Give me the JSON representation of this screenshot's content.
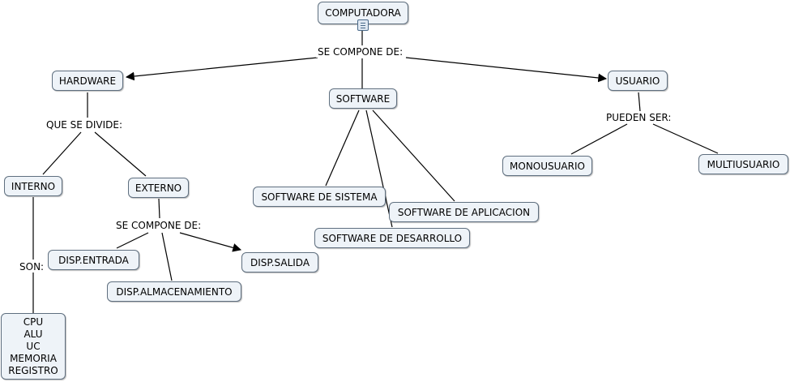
{
  "diagram": {
    "nodes": {
      "computadora": "COMPUTADORA",
      "hardware": "HARDWARE",
      "software": "SOFTWARE",
      "usuario": "USUARIO",
      "interno": "INTERNO",
      "externo": "EXTERNO",
      "disp_entrada": "DISP.ENTRADA",
      "disp_salida": "DISP.SALIDA",
      "disp_almacenamiento": "DISP.ALMACENAMIENTO",
      "componentes": "CPU\nALU\nUC\nMEMORIA\nREGISTRO",
      "software_sistema": "SOFTWARE DE SISTEMA",
      "software_aplicacion": "SOFTWARE DE APLICACION",
      "software_desarrollo": "SOFTWARE DE DESARROLLO",
      "monousuario": "MONOUSUARIO",
      "multiusuario": "MULTIUSUARIO"
    },
    "linking_phrases": {
      "se_compone_de_top": "SE COMPONE DE:",
      "que_se_divide": "QUE SE DIVIDE:",
      "pueden_ser": "PUEDEN SER:",
      "se_compone_de_externo": "SE COMPONE DE:",
      "son": "SON:"
    },
    "icons": {
      "attachment": "document-icon"
    }
  }
}
